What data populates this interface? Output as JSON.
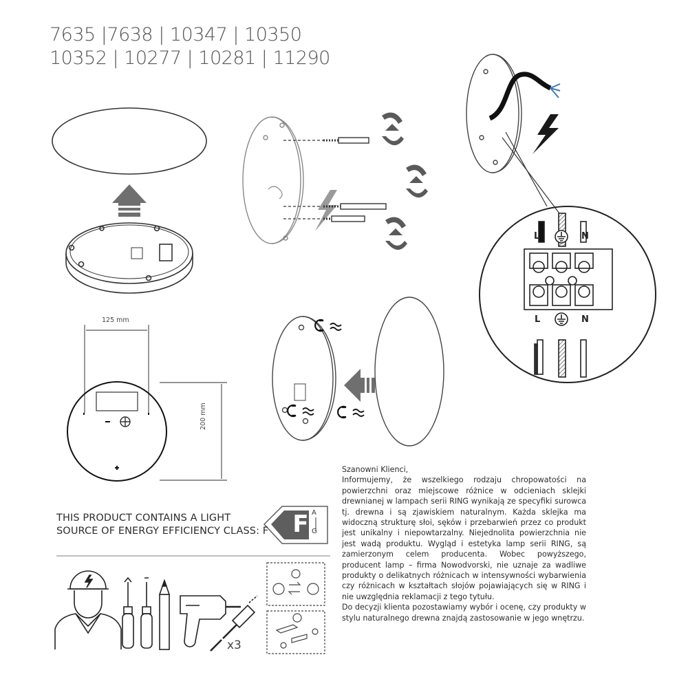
{
  "models": {
    "line1": "7635 |7638 | 10347 | 10350",
    "line2": "10352 | 10277 | 10281 | 11290"
  },
  "dimensions": {
    "width_label": "125 mm",
    "height_label": "200 mm"
  },
  "wiring": {
    "top_labels": [
      "L",
      "N"
    ],
    "bottom_labels": [
      "L",
      "N"
    ]
  },
  "energy": {
    "text_line1": "THIS PRODUCT CONTAINS A LIGHT",
    "text_line2": "SOURCE OF ENERGY EFFICIENCY CLASS: F",
    "class": "F",
    "scale_top": "A",
    "scale_bottom": "G"
  },
  "tools": {
    "multiplier": "x3"
  },
  "icons": [
    "led-bulb-icon",
    "electrician-icon",
    "screwdriver-icon",
    "pencil-icon",
    "drill-icon",
    "wall-plug-icon",
    "magnet-icon",
    "arrow-icon",
    "lightning-icon"
  ],
  "colors": {
    "line_art": "#555555",
    "arrow_gray": "#6f6f6f",
    "badge_gray": "#5e5e5e"
  },
  "notice": {
    "greeting": "Szanowni Klienci,",
    "paragraph1": "Informujemy, że wszelkiego rodzaju chropowatości na powierzchni oraz miejscowe różnice w odcieniach sklejki drewnianej w lampach serii RING wynikają ze specyfiki surowca tj. drewna i są zjawiskiem naturalnym. Każda sklejka ma widoczną strukturę słoi, sęków i przebarwień przez co produkt jest unikalny i niepowtarzalny. Niejednolita powierzchnia nie jest wadą produktu. Wygląd i estetyka lamp serii RING, są zamierzonym celem producenta. Wobec powyższego, producent lamp – firma Nowodvorski, nie uznaje za wadliwe produkty o delikatnych różnicach w intensywności wybarwienia czy różnicach w kształtach słojów pojawiających się w RING i nie uwzględnia reklamacji z tego tytułu.",
    "paragraph2": "Do decyzji klienta pozostawiamy wybór i ocenę, czy produkty w stylu naturalnego drewna znajdą zastosowanie w jego wnętrzu."
  }
}
